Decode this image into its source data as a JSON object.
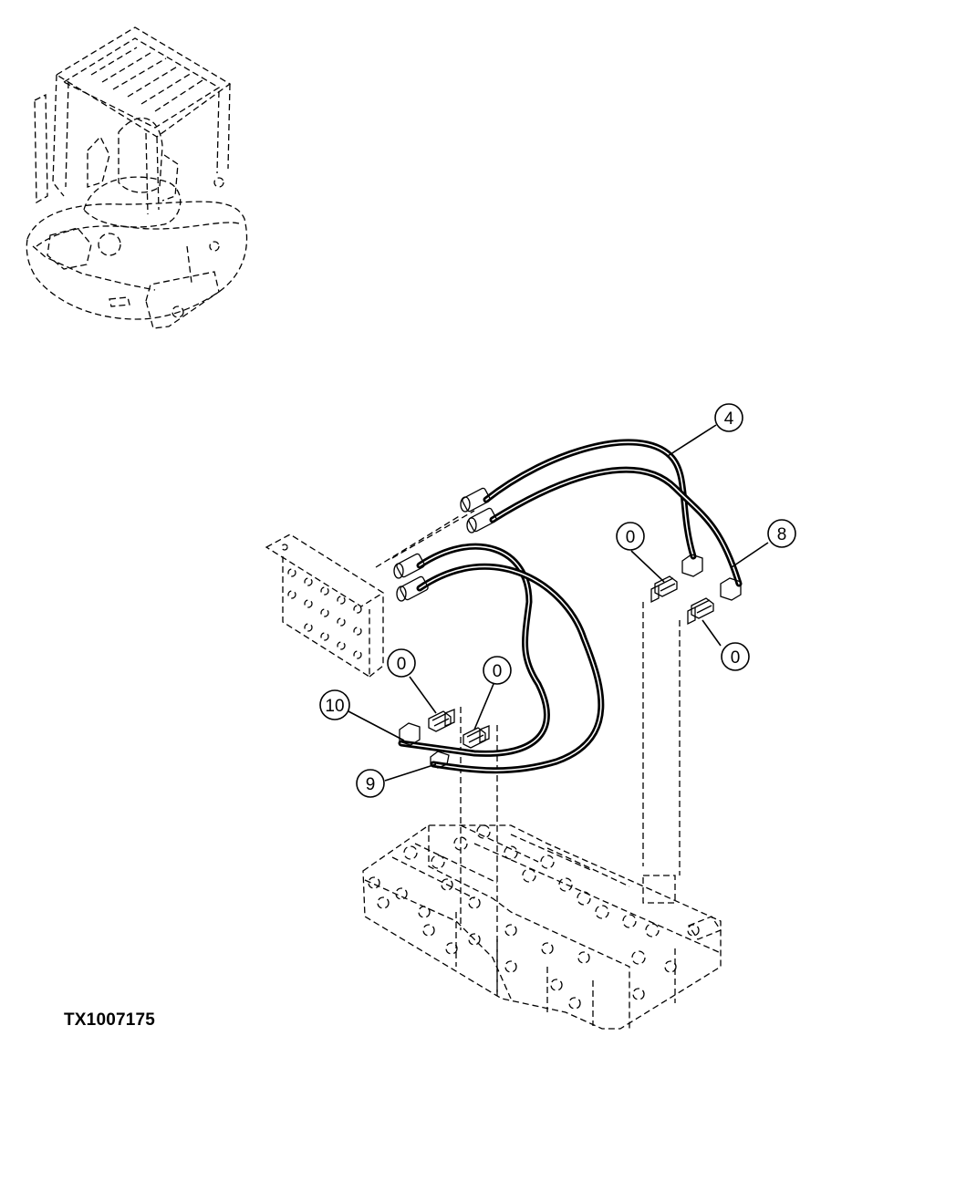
{
  "figure": {
    "id_text": "TX1007175"
  },
  "callouts": [
    {
      "key": "hose-4",
      "label": "4"
    },
    {
      "key": "fitting-top-right",
      "label": "0"
    },
    {
      "key": "hose-8",
      "label": "8"
    },
    {
      "key": "fitting-right",
      "label": "0"
    },
    {
      "key": "fitting-left-a",
      "label": "0"
    },
    {
      "key": "fitting-left-b",
      "label": "0"
    },
    {
      "key": "hose-10",
      "label": "10"
    },
    {
      "key": "hose-9",
      "label": "9"
    }
  ]
}
